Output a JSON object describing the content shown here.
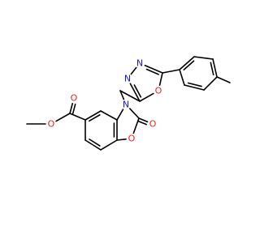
{
  "molecule": {
    "atom_labels": [
      {
        "id": "o-ester-carbonyl",
        "text": "O",
        "color": "#e8251f"
      },
      {
        "id": "o-ester-methoxy",
        "text": "O",
        "color": "#e8251f"
      },
      {
        "id": "n-oxazolone",
        "text": "N",
        "color": "#1515e8"
      },
      {
        "id": "o-oxazolone-carbonyl",
        "text": "O",
        "color": "#e8251f"
      },
      {
        "id": "o-oxazolone-ring",
        "text": "O",
        "color": "#e8251f"
      },
      {
        "id": "n-oxadiazole-1",
        "text": "N",
        "color": "#1515e8"
      },
      {
        "id": "n-oxadiazole-2",
        "text": "N",
        "color": "#1515e8"
      },
      {
        "id": "o-oxadiazole-ring",
        "text": "O",
        "color": "#e8251f"
      }
    ],
    "bond_color": "#000000"
  }
}
